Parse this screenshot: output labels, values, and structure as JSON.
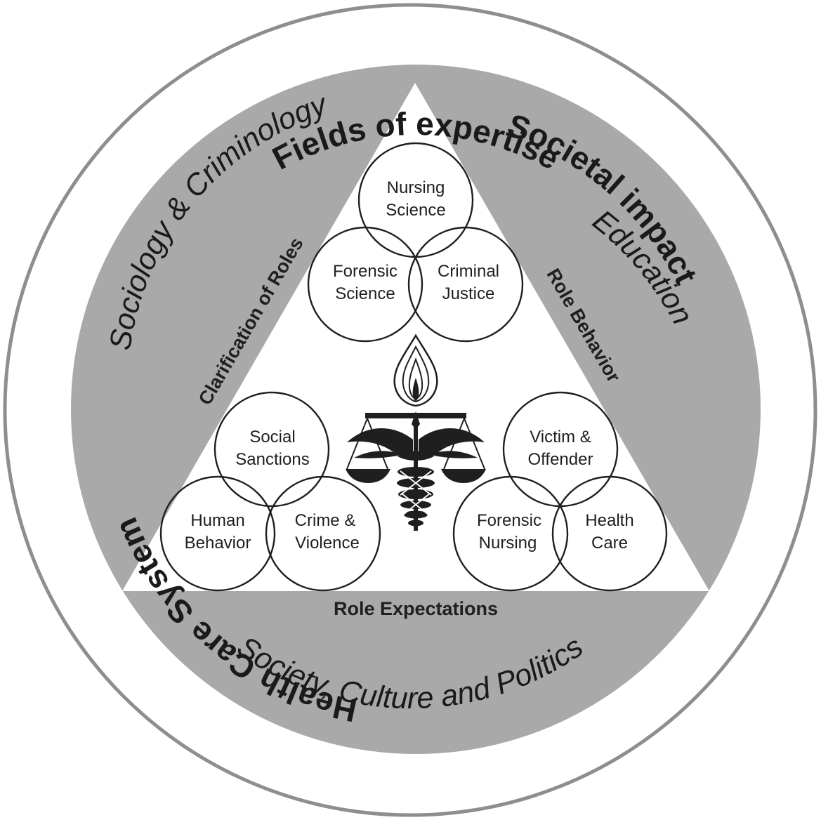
{
  "colors": {
    "background": "#ffffff",
    "ring_stroke": "#8e8e8e",
    "inner_disc": "#a9a9a9",
    "triangle": "#ffffff",
    "ink": "#1f1f1f"
  },
  "outer_ring": {
    "top": "Fields of expertise",
    "top_left": "Sociology & Criminology",
    "top_right": "Education",
    "left": "Societal impact",
    "right": "Health Care System",
    "bottom": "Society, Culture and Politics"
  },
  "triangle": {
    "left_edge": "Clarification of Roles",
    "right_edge": "Role Behavior",
    "bottom_edge": "Role Expectations"
  },
  "clusters": {
    "top": [
      {
        "line1": "Nursing",
        "line2": "Science"
      },
      {
        "line1": "Forensic",
        "line2": "Science"
      },
      {
        "line1": "Criminal",
        "line2": "Justice"
      }
    ],
    "bottom_left": [
      {
        "line1": "Social",
        "line2": "Sanctions"
      },
      {
        "line1": "Human",
        "line2": "Behavior"
      },
      {
        "line1": "Crime &",
        "line2": "Violence"
      }
    ],
    "bottom_right": [
      {
        "line1": "Victim &",
        "line2": "Offender"
      },
      {
        "line1": "Forensic",
        "line2": "Nursing"
      },
      {
        "line1": "Health",
        "line2": "Care"
      }
    ]
  },
  "center_emblem": {
    "icon": "flame-scales-caduceus-icon"
  }
}
